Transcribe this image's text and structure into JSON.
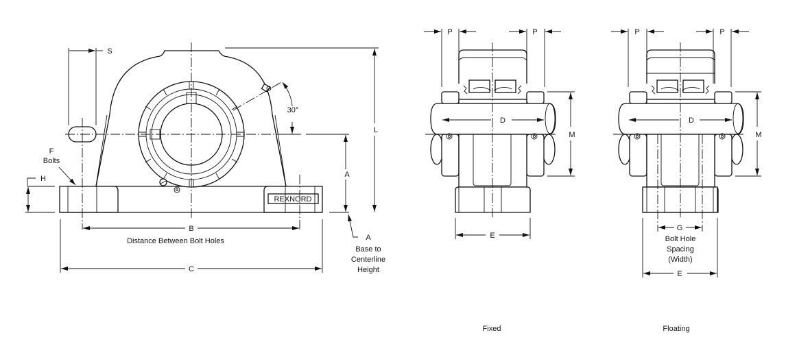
{
  "front_view": {
    "dim_s": "S",
    "dim_l": "L",
    "dim_a": "A",
    "dim_h": "H",
    "dim_b": "B",
    "dim_c": "C",
    "angle": "30°",
    "f_label": "F",
    "bolts_label": "Bolts",
    "b_caption": "Distance Between Bolt Holes",
    "a_note": [
      "A",
      "Base to",
      "Centerline",
      "Height"
    ],
    "brand_plate": "REXNORD"
  },
  "fixed_view": {
    "dim_p_left": "P",
    "dim_p_right": "P",
    "dim_d": "D",
    "dim_m": "M",
    "dim_e": "E",
    "caption": "Fixed"
  },
  "floating_view": {
    "dim_p_left": "P",
    "dim_p_right": "P",
    "dim_d": "D",
    "dim_m": "M",
    "dim_g": "G",
    "g_note": [
      "Bolt Hole",
      "Spacing",
      "(Width)"
    ],
    "dim_e": "E",
    "caption": "Floating"
  }
}
